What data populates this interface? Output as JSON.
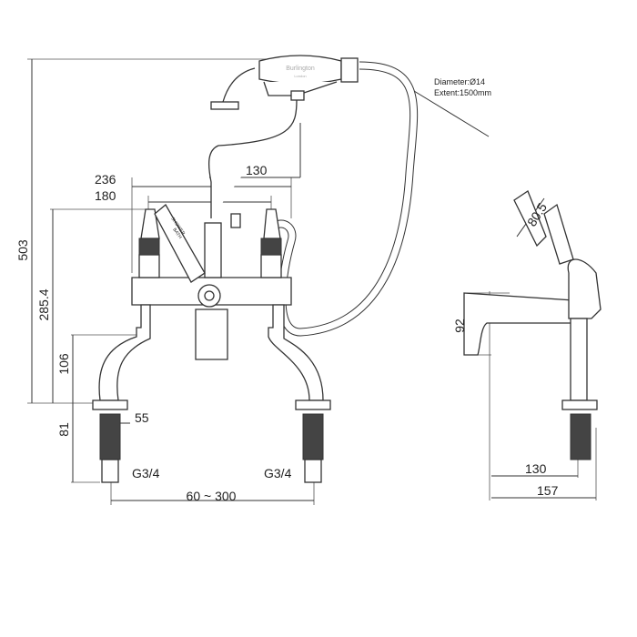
{
  "dimensions": {
    "total_height": "503",
    "body_height": "285.4",
    "spout_height": "106",
    "tail_height": "81",
    "tail_width": "55",
    "thread_left": "G3/4",
    "thread_right": "G3/4",
    "centres": "60 ~ 300",
    "width_outer": "236",
    "width_inner": "180",
    "cradle_offset": "130",
    "lever_angle": "80.5",
    "side_height": "92",
    "side_reach": "130",
    "side_depth": "157"
  },
  "hose_note": {
    "diameter": "Diameter:Ø14",
    "extent": "Extent:1500mm"
  },
  "handset_brand": {
    "name": "Burlington",
    "sub": "London"
  },
  "diverter_label": {
    "line1": "SHOWER",
    "line2": "BATH"
  }
}
